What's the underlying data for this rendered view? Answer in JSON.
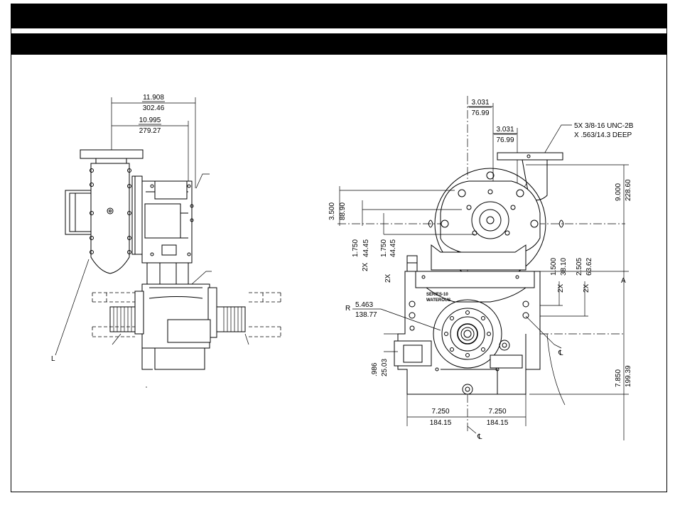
{
  "left_view": {
    "dim_overall_in": "11.908",
    "dim_overall_mm": "302.46",
    "dim_inner_in": "10.995",
    "dim_inner_mm": "279.27",
    "label_bottom": "L"
  },
  "right_view": {
    "dim_top_a_in": "3.031",
    "dim_top_a_mm": "76.99",
    "dim_top_b_in": "3.031",
    "dim_top_b_mm": "76.99",
    "thread_note_line1": "5X  3/8-16  UNC-2B",
    "thread_note_line2": "X  .563/14.3  DEEP",
    "dim_9_in": "9.000",
    "dim_9_mm": "228.60",
    "dim_350_in": "3.500",
    "dim_350_mm": "88.90",
    "dim_175a_in": "1.750",
    "dim_175a_mm": "44.45",
    "dim_175b_in": "1.750",
    "dim_175b_mm": "44.45",
    "count_2x_a": "2X",
    "count_2x_b": "2X",
    "count_2x_c": "2X",
    "count_2x_d": "2X",
    "dim_150_in": "1.500",
    "dim_150_mm": "38.10",
    "dim_2505_in": "2.505",
    "dim_2505_mm": "63.62",
    "label_a": "A",
    "radius_prefix": "R",
    "dim_radius_in": "5.463",
    "dim_radius_mm": "138.77",
    "nameplate_model": "SERIES-10",
    "nameplate_brand": "WATEROUS",
    "dim_986_in": ".986",
    "dim_986_mm": "25.03",
    "dim_7850_in": "7.850",
    "dim_7850_mm": "199.39",
    "dim_725a_in": "7.250",
    "dim_725a_mm": "184.15",
    "dim_725b_in": "7.250",
    "dim_725b_mm": "184.15",
    "centerline_bottom": "℄",
    "centerline_right": "℄"
  }
}
